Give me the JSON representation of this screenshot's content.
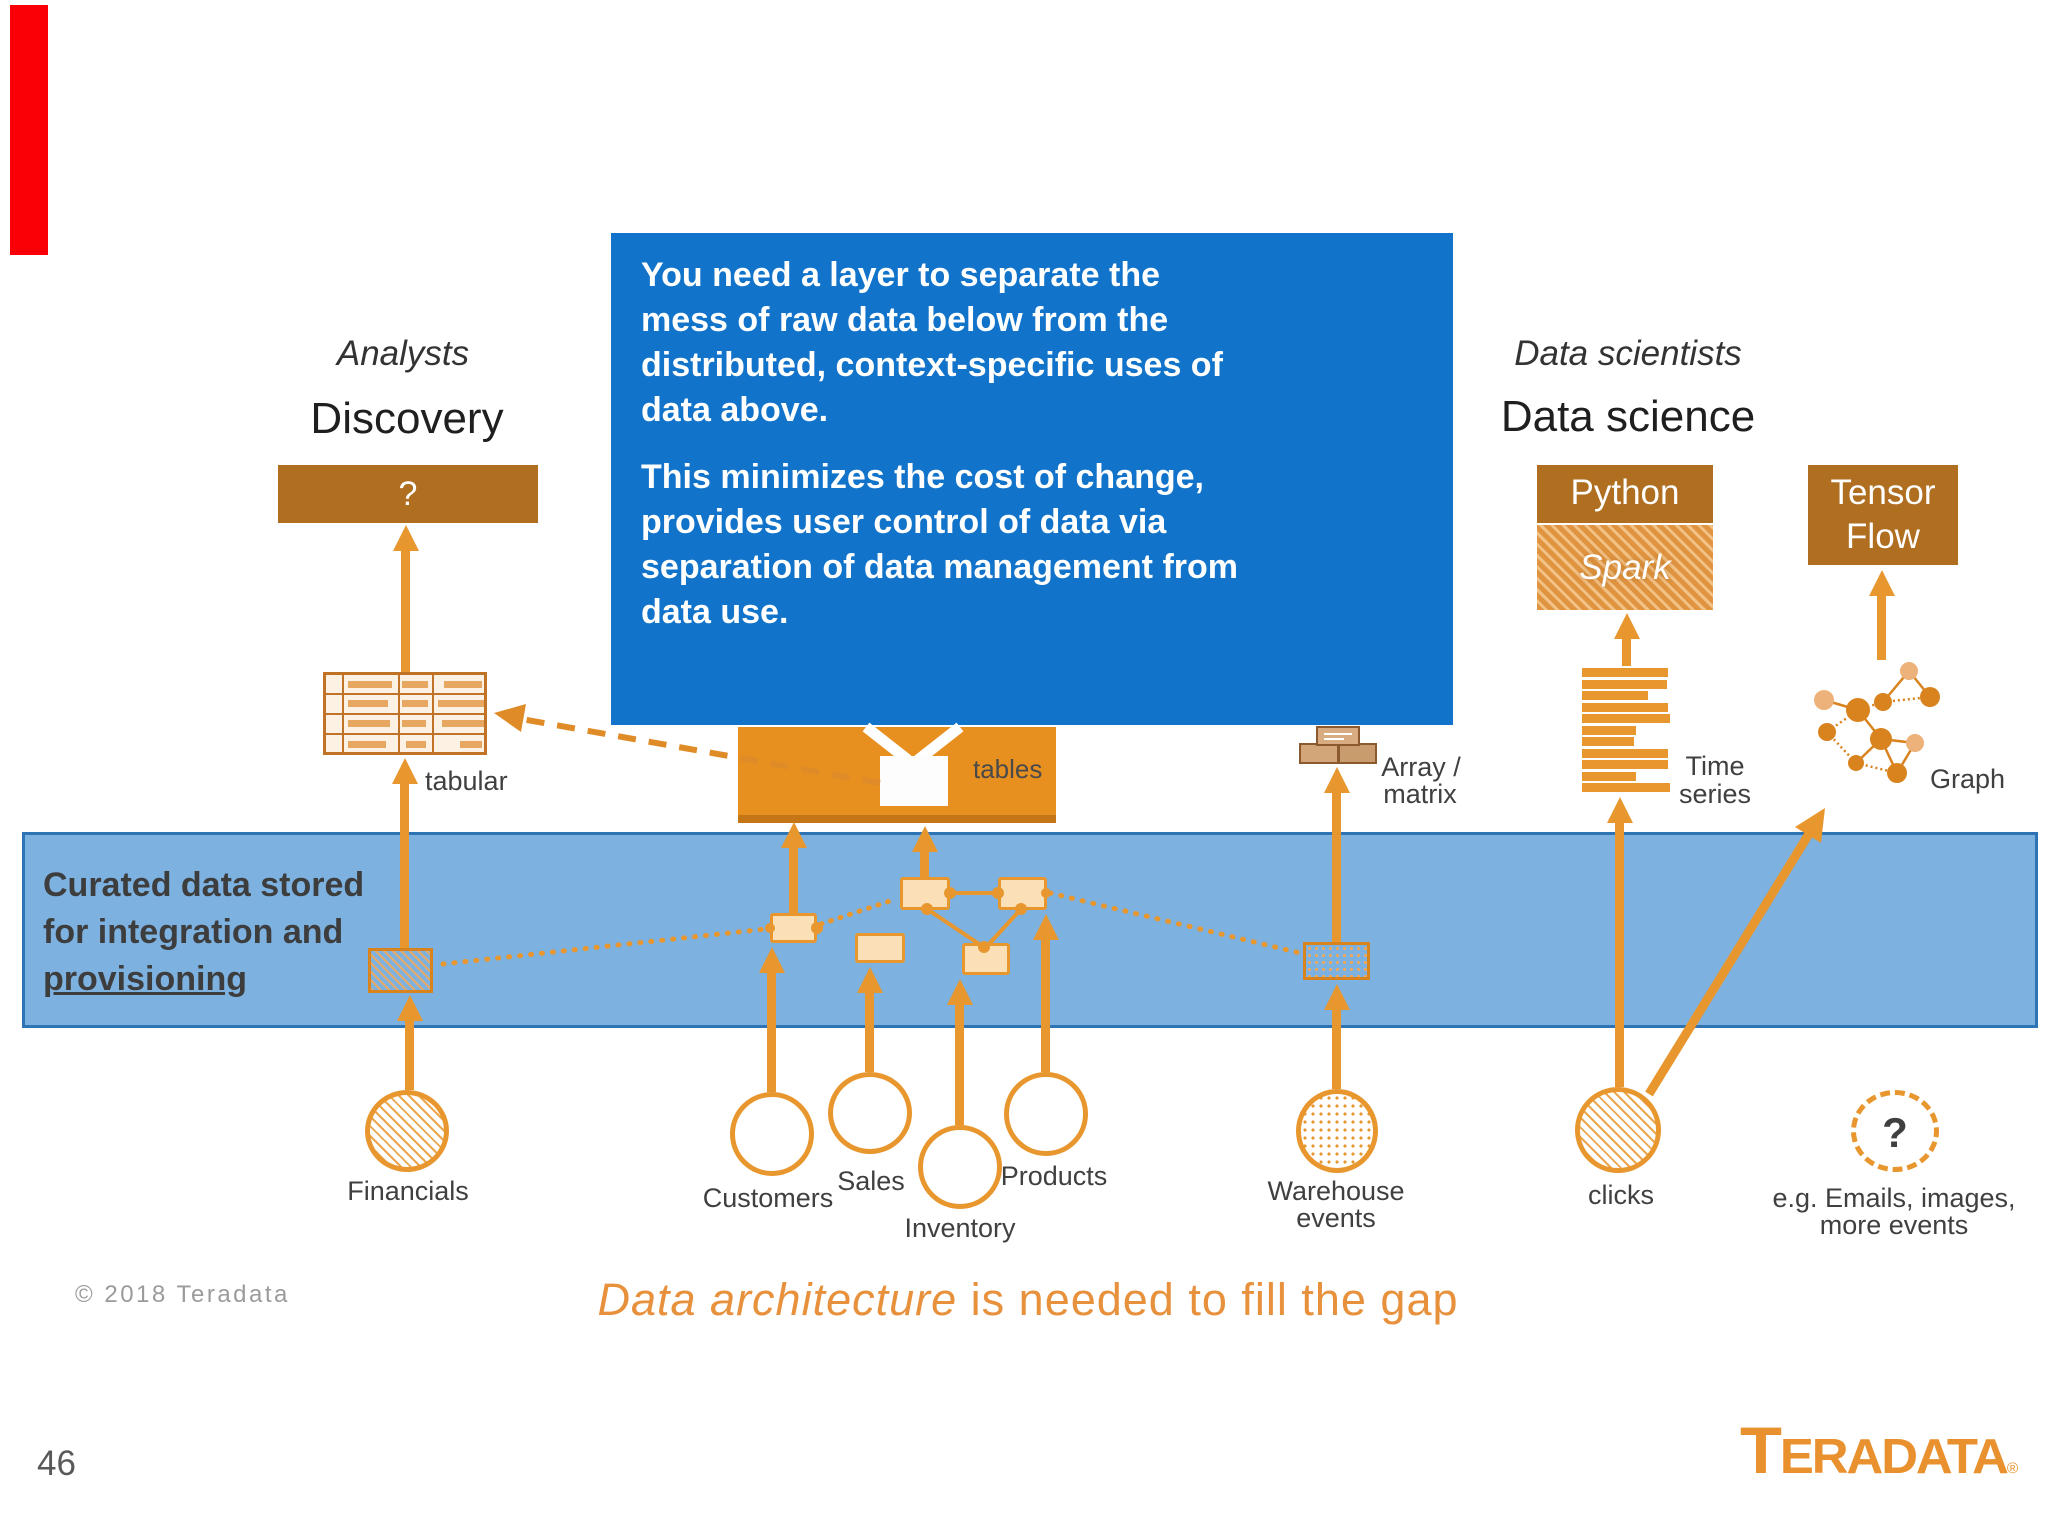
{
  "slide": {
    "page_number": "46",
    "copyright": "© 2018 Teradata",
    "logo_text": "TERADATA",
    "logo_reg": "®",
    "footer_italic": "Data architecture",
    "footer_rest": " is needed to fill the gap"
  },
  "callout": {
    "para1": "You need a layer to separate the\nmess of raw data below from the\ndistributed, context-specific uses of\ndata above.",
    "para2": "This minimizes the cost of change,\nprovides user control of data via\nseparation of data management from\ndata use."
  },
  "analysts": {
    "role": "Analysts",
    "title": "Discovery",
    "box_label": "?",
    "data_type_label": "tabular"
  },
  "data_science": {
    "role": "Data scientists",
    "title": "Data science",
    "python_label": "Python",
    "spark_label": "Spark",
    "tensor_line1": "Tensor",
    "tensor_line2": "Flow",
    "time_line1": "Time",
    "time_line2": "series",
    "graph_label": "Graph"
  },
  "middle": {
    "tables_label": "tables",
    "array_line1": "Array /",
    "array_line2": "matrix"
  },
  "band": {
    "line1": "Curated data stored",
    "line2": "for integration and",
    "line3": "provisioning"
  },
  "sources": {
    "financials": "Financials",
    "customers": "Customers",
    "sales": "Sales",
    "inventory": "Inventory",
    "products": "Products",
    "warehouse_line1": "Warehouse",
    "warehouse_line2": "events",
    "clicks": "clicks",
    "unknown_mark": "?",
    "unknown_line1": "e.g. Emails, images,",
    "unknown_line2": "more events"
  },
  "time_series_icon": {
    "bar_widths": [
      86,
      85,
      66,
      86,
      88,
      54,
      52,
      86,
      86,
      54,
      88
    ]
  },
  "colors": {
    "accent_orange": "#E8962E",
    "box_brown": "#B06E20",
    "tables_orange": "#E8901F",
    "callout_blue": "#1173C9",
    "band_fill": "#7DB1E0",
    "band_border": "#2E74B5",
    "footer_orange": "#E8913D",
    "logo_orange": "#E8912E",
    "red_marker": "#FA0006"
  }
}
